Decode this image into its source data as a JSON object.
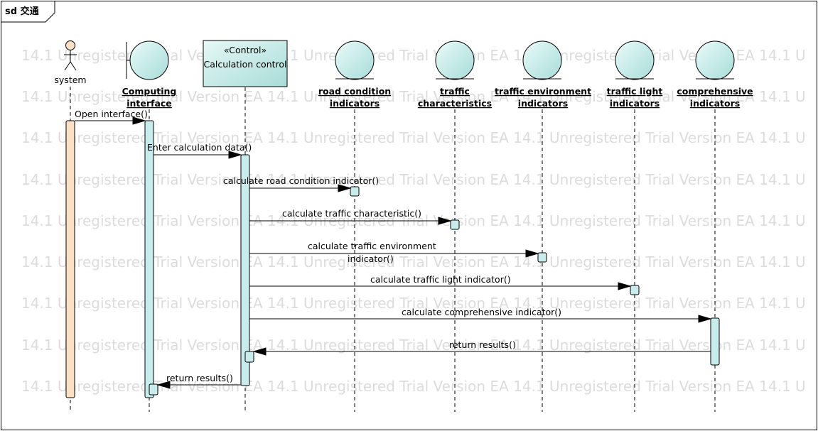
{
  "frame": {
    "title": "sd 交通"
  },
  "watermark": {
    "text": "14.1 Unregistered Trial Version  EA 14.1 Unregistered Trial Version  EA 14.1 Unregistered Trial Version  EA 14.1 U"
  },
  "participants": {
    "system": {
      "name": "system"
    },
    "computing": {
      "line1": "Computing",
      "line2": "interface"
    },
    "control": {
      "stereotype": "«Control»",
      "name": "Calculation control"
    },
    "road": {
      "line1": "road condition",
      "line2": "indicators"
    },
    "traffic": {
      "line1": "traffic",
      "line2": "characteristics"
    },
    "env": {
      "line1": "traffic environment",
      "line2": "indicators"
    },
    "light": {
      "line1": "traffic light",
      "line2": "indicators"
    },
    "comp": {
      "line1": "comprehensive",
      "line2": "indicators"
    }
  },
  "messages": {
    "m1": "Open interface()",
    "m2": "Enter calculation data()",
    "m3": "calculate road condition indicator()",
    "m4": "calculate traffic characteristic()",
    "m5_line1": "calculate traffic environment",
    "m5_line2": "indicator()",
    "m6": "calculate traffic light indicator()",
    "m7": "calculate comprehensive indicator()",
    "m8": "return results()",
    "m9": "return results()"
  },
  "colors": {
    "actor_activation": "#fbe0c3",
    "activation": "#c8ecec",
    "entity": "#c8ecec",
    "line": "#000000",
    "watermark": "#dcdcdc"
  }
}
